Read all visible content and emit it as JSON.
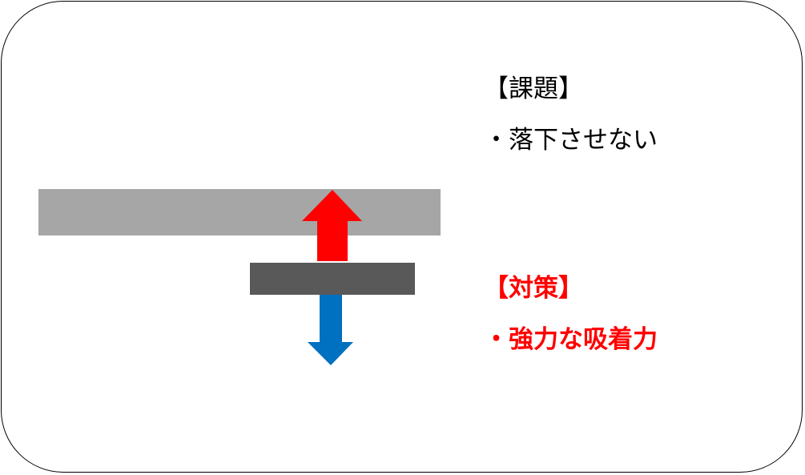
{
  "colors": {
    "border": "#000000",
    "upper_plate": "#a6a6a6",
    "lower_plate": "#595959",
    "up_arrow": "#ff0000",
    "down_arrow": "#0070c0",
    "measure_text": "#ff0000",
    "issue_text": "#000000"
  },
  "issue": {
    "heading": "【課題】",
    "item": "・落下させない"
  },
  "measure": {
    "heading": "【対策】",
    "item": "・強力な吸着力"
  },
  "diagram": {
    "up_arrow_icon": "arrow-up-icon",
    "down_arrow_icon": "arrow-down-icon"
  }
}
